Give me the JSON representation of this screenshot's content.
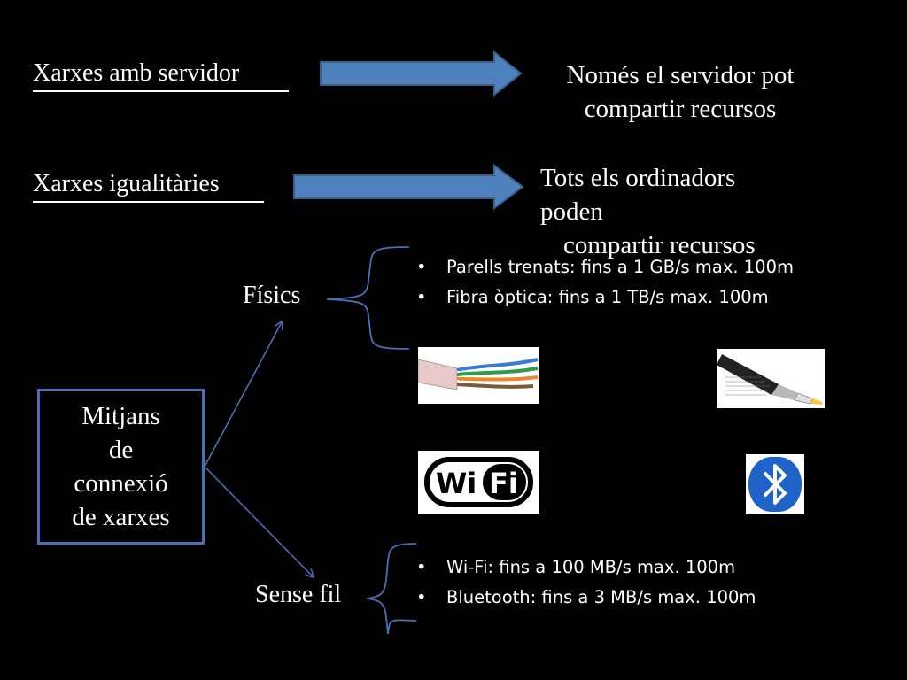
{
  "rows": [
    {
      "left": "Xarxes amb servidor",
      "right_lines": [
        "Només el servidor pot",
        "compartir recursos"
      ]
    },
    {
      "left": "Xarxes igualitàries",
      "right_lines": [
        "Tots els ordinadors",
        "poden",
        "compartir recursos"
      ]
    }
  ],
  "box": {
    "lines": [
      "Mitjans",
      "de",
      "connexió",
      "de xarxes"
    ]
  },
  "branches": {
    "physical": {
      "label": "Físics",
      "items": [
        "Parells trenats: fins a 1 GB/s max. 100m",
        "Fibra òptica: fins a 1 TB/s max. 100m"
      ]
    },
    "wireless": {
      "label": "Sense fil",
      "items": [
        "Wi-Fi: fins a 100 MB/s max. 100m",
        "Bluetooth: fins a 3 MB/s max. 100m"
      ]
    }
  },
  "images": {
    "twisted_pair": {
      "icon": "twisted-pair-cable-icon"
    },
    "coax": {
      "icon": "fiber-cable-icon"
    },
    "wifi": {
      "icon": "wifi-logo-icon",
      "text_left": "Wi",
      "text_right": "Fi"
    },
    "bluetooth": {
      "icon": "bluetooth-icon",
      "color": "#1f63c8"
    }
  },
  "colors": {
    "background": "#000000",
    "arrow_fill": "#4f81bd",
    "arrow_stroke": "#3a5f91",
    "box_border": "#4a6fb3",
    "connector": "#4a6fb3"
  }
}
